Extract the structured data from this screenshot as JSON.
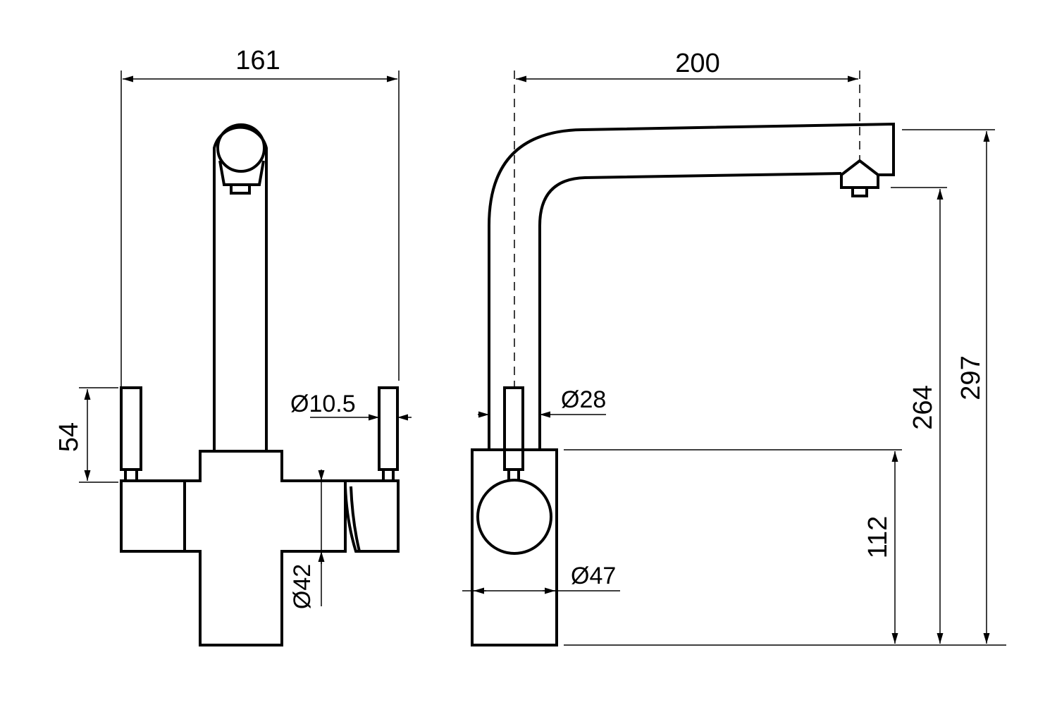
{
  "views": {
    "front": {
      "dimensions": {
        "width": "161",
        "lever_height": "54",
        "lever_diameter": "Ø10.5",
        "body_diameter": "Ø42"
      }
    },
    "side": {
      "dimensions": {
        "reach": "200",
        "spout_diameter": "Ø28",
        "base_diameter": "Ø47",
        "body_height": "112",
        "outlet_height": "264",
        "total_height": "297"
      }
    }
  },
  "colors": {
    "ink": "#000000",
    "background": "#ffffff"
  }
}
